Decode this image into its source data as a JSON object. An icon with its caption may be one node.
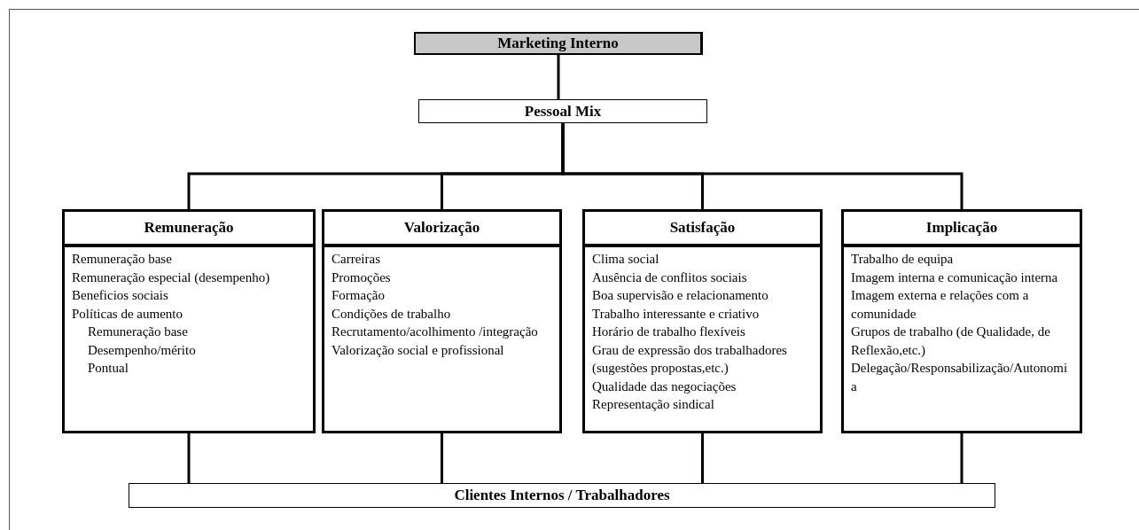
{
  "diagram": {
    "nodes": [
      {
        "text": [
          "Marketing Interno"
        ]
      },
      {
        "text": [
          "Pessoal Mix"
        ]
      },
      {
        "text": [
          "Remuneração",
          "Remuneração base",
          "Remuneração especial (desempenho)",
          "Beneficios sociais",
          "Políticas de aumento",
          "Remuneração base",
          "Desempenho/mérito",
          "Pontual"
        ]
      },
      {
        "text": [
          "Valorização",
          "Carreiras",
          "Promoções",
          "Formação",
          "Condições de trabalho",
          "Recrutamento/acolhimento /integração",
          "Valorização social e profissional"
        ]
      },
      {
        "text": [
          "Satisfação",
          "Clima social",
          "Ausência de conflitos sociais",
          "Boa supervisão e relacionamento",
          "Trabalho interessante e criativo",
          "Horário de trabalho flexíveis",
          "Grau de expressão dos trabalhadores (sugestões propostas,etc.)",
          "Qualidade das negociações",
          "Representação sindical"
        ]
      },
      {
        "text": [
          "Implicação",
          "Trabalho de equipa",
          "Imagem interna e comunicação interna",
          "Imagem externa e relações com a comunidade",
          "Grupos de trabalho (de Qualidade, de Reflexão,etc.)",
          "Delegação/Responsabilização/Autonomia"
        ]
      },
      {
        "text": [
          "Clientes Internos / Trabalhadores"
        ]
      }
    ],
    "edges": [
      {
        "from": 0,
        "to": 1,
        "arrow": "none"
      },
      {
        "from": 1,
        "to": 2,
        "arrow": "none"
      },
      {
        "from": 1,
        "to": 3,
        "arrow": "none"
      },
      {
        "from": 1,
        "to": 4,
        "arrow": "none"
      },
      {
        "from": 1,
        "to": 5,
        "arrow": "none"
      },
      {
        "from": 2,
        "to": 6,
        "arrow": "none"
      },
      {
        "from": 3,
        "to": 6,
        "arrow": "none"
      },
      {
        "from": 4,
        "to": 6,
        "arrow": "none"
      },
      {
        "from": 5,
        "to": 6,
        "arrow": "none"
      }
    ]
  }
}
